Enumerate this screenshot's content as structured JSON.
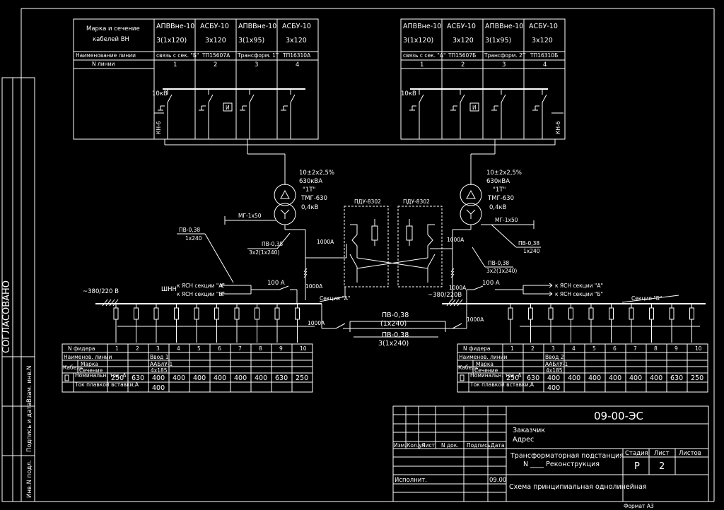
{
  "hv_left": {
    "header_label": [
      "Марка и сечение",
      "кабелей ВН"
    ],
    "name_row_label": "Наименование линии",
    "num_row_label": "N линии",
    "cols": [
      {
        "mark": "АПВВне-10",
        "section": "3(1x120)",
        "name": "связь с сек. \"Б\"",
        "num": "1"
      },
      {
        "mark": "АСБУ-10",
        "section": "3x120",
        "name": "ТП15607А",
        "num": "2"
      },
      {
        "mark": "АПВВне-10",
        "section": "3(1x95)",
        "name": "Трансформ. 1Т",
        "num": "3"
      },
      {
        "mark": "АСБУ-10",
        "section": "3x120",
        "name": "ТП16310А",
        "num": "4"
      }
    ],
    "voltage": "10кВ",
    "cabinet": "КН-6",
    "meter": "И"
  },
  "hv_right": {
    "cols": [
      {
        "mark": "АПВВне-10",
        "section": "3(1x120)",
        "name": "связь с сек. \"А\"",
        "num": "1"
      },
      {
        "mark": "АСБУ-10",
        "section": "3x120",
        "name": "ТП15607Б",
        "num": "2"
      },
      {
        "mark": "АПВВне-10",
        "section": "3(1x95)",
        "name": "Трансформ. 2Т",
        "num": "3"
      },
      {
        "mark": "АСБУ-10",
        "section": "3x120",
        "name": "ТП16310Б",
        "num": "4"
      }
    ],
    "voltage": "10кВ",
    "cabinet": "КН-6",
    "meter": "И"
  },
  "transformers": {
    "left": {
      "lines": [
        "10±2x2,5%",
        "630кВА",
        "\"1Т\"",
        "ТМГ-630",
        "0,4кВ"
      ]
    },
    "right": {
      "lines": [
        "10±2x2,5%",
        "630кВА",
        "\"1Т\"",
        "ТМГ-630",
        "0,4кВ"
      ]
    }
  },
  "pdu": {
    "left": "ПДУ-8302",
    "right": "ПДУ-8302"
  },
  "cables": {
    "mg_left": "МГ-1х50",
    "mg_right": "МГ-1х50",
    "pv_left": [
      "ПВ-0,38",
      "1х240"
    ],
    "pv_right": [
      "ПВ-0,38",
      "1х240"
    ],
    "pv3_left": [
      "ПВ-0,38",
      "3х2(1х240)"
    ],
    "pv3_right": [
      "ПВ-0,38",
      "3х2(1х240)"
    ],
    "tie1": [
      "ПВ-0,38",
      "(1х240)"
    ],
    "tie2": [
      "ПВ-0,38",
      "3(1х240)"
    ]
  },
  "lv": {
    "left_voltage": "~380/220 В",
    "right_voltage": "~380/220В",
    "shn": "ШНН",
    "to_a": "к ЯСН секции \"А\"",
    "to_b": "к ЯСН секции \"Б\"",
    "section_a": "Секция \"А\"",
    "section_b": "Секция \"Б\"",
    "breaker_100": "100 А",
    "breaker_1000_left": "1000А",
    "breaker_1000_left_tie": "1000А",
    "breaker_1000_right": "1000А",
    "breaker_1000_right_tie": "1000А",
    "breaker_1000_right_top": "1000А",
    "breaker_1000_tie": "1000А"
  },
  "feeder_left": {
    "h_num": "N фидера",
    "h_name": "Наименов. линии",
    "h_cable": "Кабель",
    "h_mark": "Марка",
    "h_section": "Сечение",
    "h_nominal": "Номинальн. ток, А",
    "h_fuse": "Ток плавкой вставки,А",
    "nums": [
      "1",
      "2",
      "3",
      "4",
      "5",
      "6",
      "7",
      "8",
      "9",
      "10"
    ],
    "name3": "Ввод 1",
    "mark3": "ААБлУ-1",
    "section3": "4х185",
    "nominal": [
      "250",
      "630",
      "400",
      "400",
      "400",
      "400",
      "400",
      "400",
      "630",
      "250"
    ],
    "fuse3": "400"
  },
  "feeder_right": {
    "h_num": "N фидера",
    "h_name": "Наименов. линии",
    "h_cable": "Кабель",
    "h_mark": "Марка",
    "h_section": "Сечение",
    "h_nominal": "Номинальн. ток, А",
    "h_fuse": "Ток плавкой вставки,А",
    "nums": [
      "1",
      "2",
      "3",
      "4",
      "5",
      "6",
      "7",
      "8",
      "9",
      "10"
    ],
    "name3": "Ввод 2",
    "mark3": "ААБлУ-1",
    "section3": "4х185",
    "nominal": [
      "250",
      "630",
      "400",
      "400",
      "400",
      "400",
      "400",
      "400",
      "630",
      "250"
    ],
    "fuse3": "400"
  },
  "stamp": {
    "code": "09-00-ЭС",
    "customer": "Заказчик",
    "address": "Адрес",
    "cols": [
      "Изм.",
      "Кол.уч",
      "Лист",
      "N док.",
      "Подпись",
      "Дата"
    ],
    "title1": "Трансформаторная подстанция",
    "title2": "N ____ Реконструкция",
    "stage_h": "Стадия",
    "sheet_h": "Лист",
    "sheets_h": "Листов",
    "stage": "Р",
    "sheet": "2",
    "executor": "Исполнит.",
    "date": "09.00",
    "drawing": "Схема принципиальная однолинейная",
    "format": "Формат А3"
  },
  "side": {
    "agreed": "СОГЛАСОВАНО",
    "inv": "Инв.N подл.",
    "sign": "Подпись и дата",
    "vzam": "Взам. инв.N"
  }
}
